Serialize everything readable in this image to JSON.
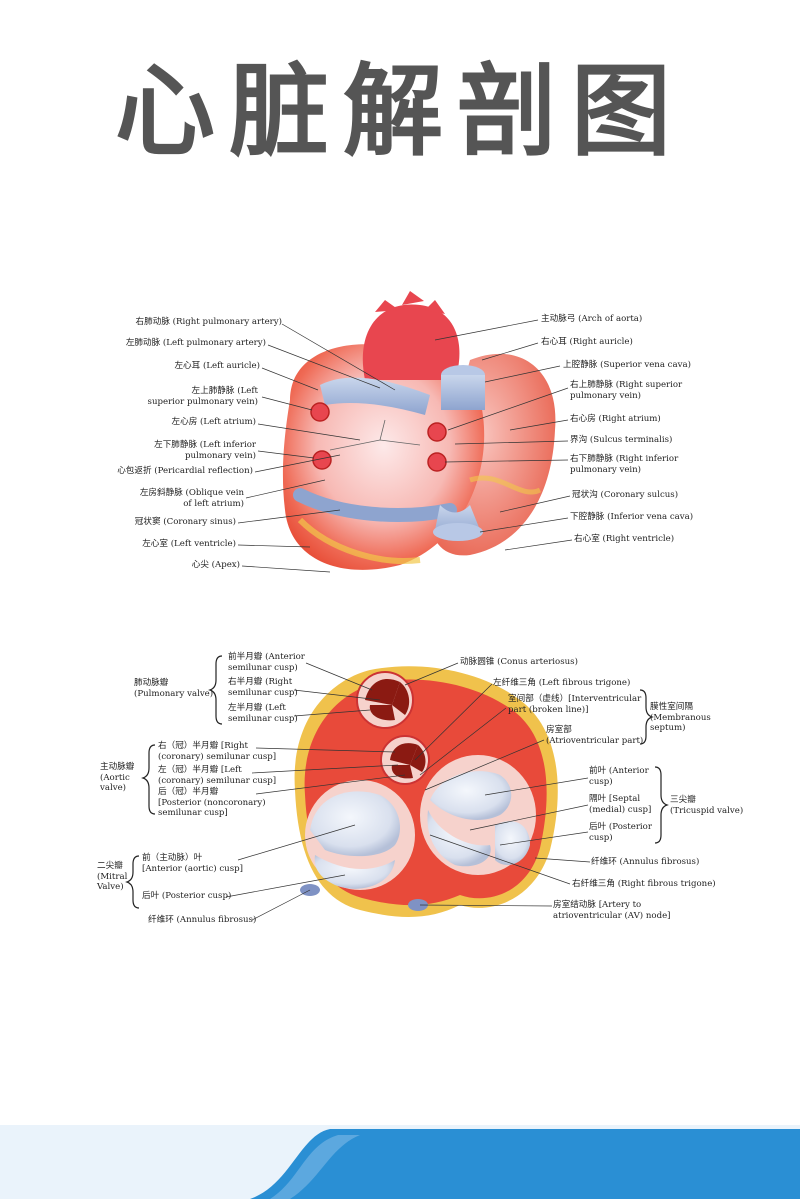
{
  "title": "心脏解剖图",
  "colors": {
    "title": "#555555",
    "footer_blue": "#2a8fd4",
    "footer_light": "#eaf3fb"
  },
  "figure1": {
    "left_labels": [
      "右肺动脉 (Right pulmonary artery)",
      "左肺动脉 (Left pulmonary artery)",
      "左心耳 (Left auricle)",
      "左上肺静脉 (Left\nsuperior pulmonary vein)",
      "左心房 (Left atrium)",
      "左下肺静脉 (Left inferior\npulmonary vein)",
      "心包返折 (Pericardial reflection)",
      "左房斜静脉 (Oblique vein\nof left atrium)",
      "冠状窦 (Coronary sinus)",
      "左心室 (Left ventricle)",
      "心尖 (Apex)"
    ],
    "right_labels": [
      "主动脉弓 (Arch of aorta)",
      "右心耳 (Right auricle)",
      "上腔静脉 (Superior vena cava)",
      "右上肺静脉 (Right superior\npulmonary vein)",
      "右心房 (Right atrium)",
      "界沟 (Sulcus terminalis)",
      "右下肺静脉 (Right inferior\npulmonary vein)",
      "冠状沟 (Coronary sulcus)",
      "下腔静脉 (Inferior vena cava)",
      "右心室 (Right ventricle)"
    ]
  },
  "figure2": {
    "pulmonary_valve": "肺动脉瓣\n(Pulmonary valve)",
    "pulmonary_cusps": [
      "前半月瓣 (Anterior\nsemilunar cusp)",
      "右半月瓣 (Right\nsemilunar cusp)",
      "左半月瓣 (Left\nsemilunar cusp)"
    ],
    "aortic_valve": "主动脉瓣\n(Aortic\nvalve)",
    "aortic_cusps": [
      "右（冠）半月瓣 [Right\n(coronary) semilunar cusp]",
      "左（冠）半月瓣 [Left\n(coronary) semilunar cusp]",
      "后（冠）半月瓣\n[Posterior (noncoronary)\nsemilunar cusp]"
    ],
    "mitral_valve": "二尖瓣\n(Mitral\nValve)",
    "mitral_cusps": [
      "前（主动脉）叶\n[Anterior (aortic) cusp]",
      "后叶 (Posterior cusp)"
    ],
    "annulus_left": "纤维环 (Annulus fibrosus)",
    "conus": "动脉圆锥 (Conus arteriosus)",
    "left_trigone": "左纤维三角 (Left fibrous trigone)",
    "interventricular": "室间部（虚线）[Interventricular\npart (broken line)]",
    "atrioventricular": "房室部\n(Atrioventricular part)",
    "membranous_septum": "膜性室间隔\n(Membranous\nseptum)",
    "tricuspid_cusps": [
      "前叶 (Anterior\ncusp)",
      "隔叶 [Septal\n(medial) cusp]",
      "后叶 (Posterior\ncusp)"
    ],
    "tricuspid_valve": "三尖瓣\n(Tricuspid valve)",
    "annulus_right": "纤维环 (Annulus fibrosus)",
    "right_trigone": "右纤维三角 (Right fibrous trigone)",
    "av_node_artery": "房室结动脉 [Artery to\natrioventricular (AV) node]"
  }
}
